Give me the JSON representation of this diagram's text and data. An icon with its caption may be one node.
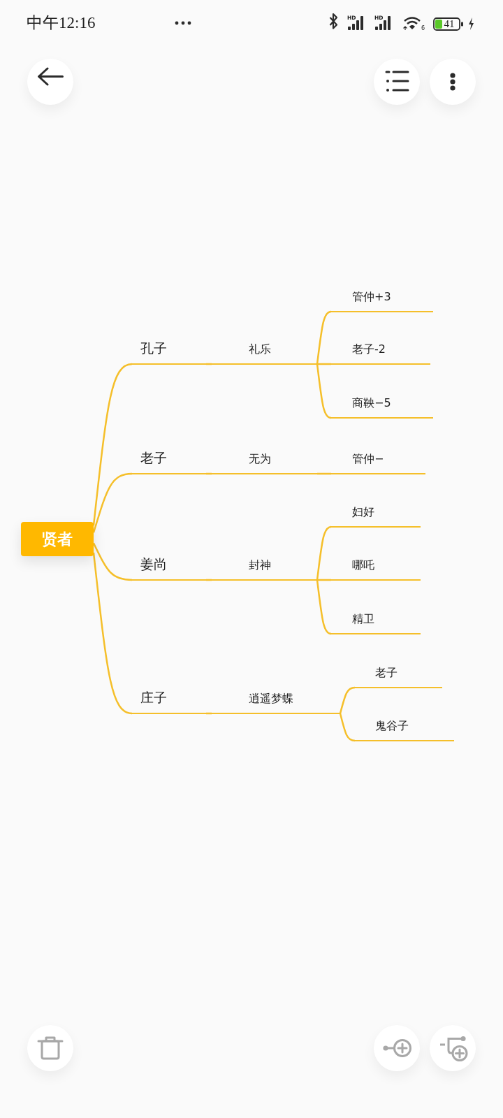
{
  "diagram": {
    "nodes": [
      {
        "text": [
          "贤者"
        ]
      },
      {
        "text": [
          "孔子"
        ]
      },
      {
        "text": [
          "礼乐"
        ]
      },
      {
        "text": [
          "管仲+3"
        ]
      },
      {
        "text": [
          "老子-2"
        ]
      },
      {
        "text": [
          "商鞅−5"
        ]
      },
      {
        "text": [
          "老子"
        ]
      },
      {
        "text": [
          "无为"
        ]
      },
      {
        "text": [
          "管仲−"
        ]
      },
      {
        "text": [
          "姜尚"
        ]
      },
      {
        "text": [
          "封神"
        ]
      },
      {
        "text": [
          "妇好"
        ]
      },
      {
        "text": [
          "哪吒"
        ]
      },
      {
        "text": [
          "精卫"
        ]
      },
      {
        "text": [
          "庄子"
        ]
      },
      {
        "text": [
          "逍遥梦蝶"
        ]
      },
      {
        "text": [
          "老子"
        ]
      },
      {
        "text": [
          "鬼谷子"
        ]
      }
    ],
    "edges": [
      {
        "from": 0,
        "to": 1,
        "arrow": "none"
      },
      {
        "from": 1,
        "to": 2,
        "arrow": "none"
      },
      {
        "from": 2,
        "to": 3,
        "arrow": "none"
      },
      {
        "from": 2,
        "to": 4,
        "arrow": "none"
      },
      {
        "from": 2,
        "to": 5,
        "arrow": "none"
      },
      {
        "from": 0,
        "to": 6,
        "arrow": "none"
      },
      {
        "from": 6,
        "to": 7,
        "arrow": "none"
      },
      {
        "from": 7,
        "to": 8,
        "arrow": "none"
      },
      {
        "from": 0,
        "to": 9,
        "arrow": "none"
      },
      {
        "from": 9,
        "to": 10,
        "arrow": "none"
      },
      {
        "from": 10,
        "to": 11,
        "arrow": "none"
      },
      {
        "from": 10,
        "to": 12,
        "arrow": "none"
      },
      {
        "from": 10,
        "to": 13,
        "arrow": "none"
      },
      {
        "from": 0,
        "to": 14,
        "arrow": "none"
      },
      {
        "from": 14,
        "to": 15,
        "arrow": "none"
      },
      {
        "from": 15,
        "to": 16,
        "arrow": "none"
      },
      {
        "from": 15,
        "to": 17,
        "arrow": "none"
      }
    ],
    "labels": [
      "中午12:16",
      "HD",
      "HD",
      "6",
      "41"
    ]
  }
}
